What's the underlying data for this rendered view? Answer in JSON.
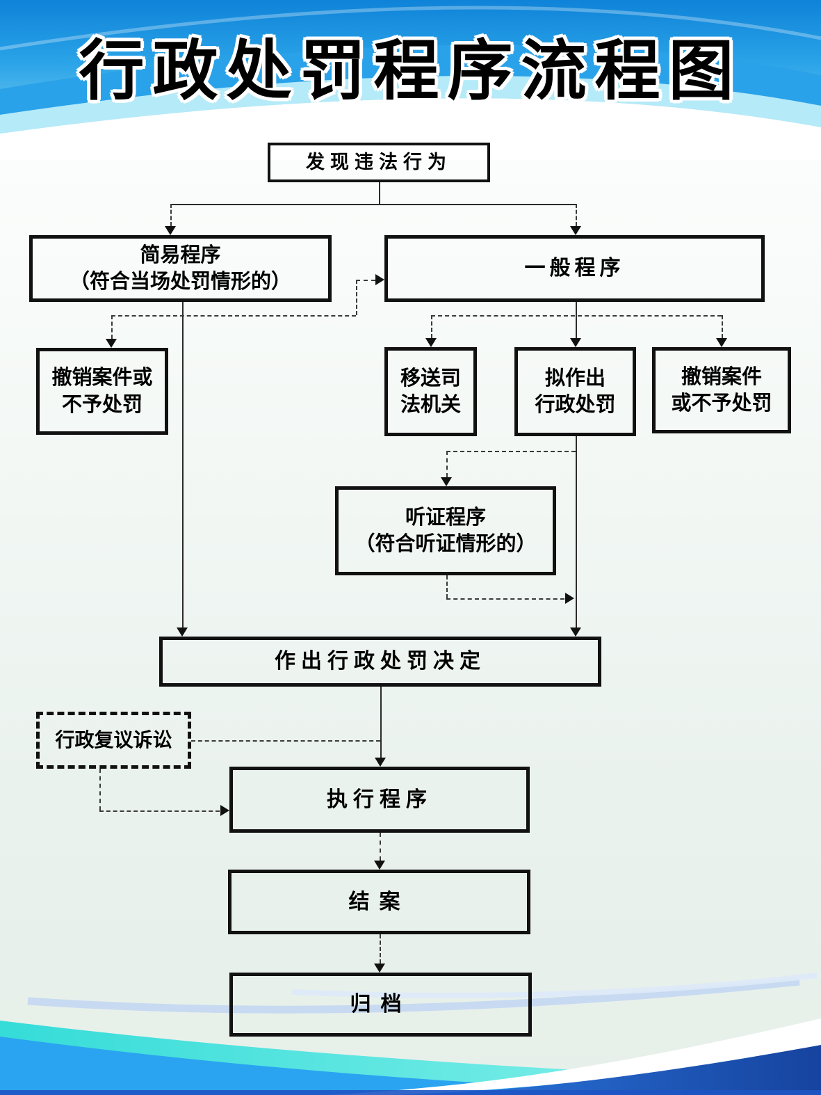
{
  "poster": {
    "title": "行政处罚程序流程图"
  },
  "nodes": {
    "discover": {
      "label": "发现违法行为"
    },
    "simple": {
      "line1": "简易程序",
      "line2": "（符合当场处罚情形的）"
    },
    "general": {
      "label": "一般程序"
    },
    "dismiss_simple": {
      "line1": "撤销案件或",
      "line2": "不予处罚"
    },
    "transfer": {
      "line1": "移送司",
      "line2": "法机关"
    },
    "propose": {
      "line1": "拟作出",
      "line2": "行政处罚"
    },
    "dismiss_general": {
      "line1": "撤销案件",
      "line2": "或不予处罚"
    },
    "hearing": {
      "line1": "听证程序",
      "line2": "（符合听证情形的）"
    },
    "decision": {
      "label": "作出行政处罚决定"
    },
    "review": {
      "label": "行政复议诉讼"
    },
    "execute": {
      "label": "执行程序"
    },
    "close_case": {
      "label": "结案"
    },
    "archive": {
      "label": "归档"
    }
  },
  "edges": [
    {
      "from": "发现违法行为",
      "to": "简易程序",
      "style": "dashed"
    },
    {
      "from": "发现违法行为",
      "to": "一般程序",
      "style": "dashed"
    },
    {
      "from": "简易程序",
      "to": "撤销案件或不予处罚",
      "style": "dashed"
    },
    {
      "from": "简易程序",
      "to": "一般程序",
      "style": "dashed"
    },
    {
      "from": "简易程序",
      "to": "作出行政处罚决定",
      "style": "solid"
    },
    {
      "from": "一般程序",
      "to": "移送司法机关",
      "style": "dashed"
    },
    {
      "from": "一般程序",
      "to": "拟作出行政处罚",
      "style": "solid"
    },
    {
      "from": "一般程序",
      "to": "撤销案件或不予处罚",
      "style": "dashed"
    },
    {
      "from": "拟作出行政处罚",
      "to": "听证程序",
      "style": "dashed"
    },
    {
      "from": "听证程序",
      "to": "作出行政处罚决定",
      "style": "dashed"
    },
    {
      "from": "拟作出行政处罚",
      "to": "作出行政处罚决定",
      "style": "solid"
    },
    {
      "from": "作出行政处罚决定",
      "to": "行政复议诉讼",
      "style": "dashed"
    },
    {
      "from": "作出行政处罚决定",
      "to": "执行程序",
      "style": "solid"
    },
    {
      "from": "行政复议诉讼",
      "to": "执行程序",
      "style": "dashed"
    },
    {
      "from": "执行程序",
      "to": "结案",
      "style": "dashed"
    },
    {
      "from": "结案",
      "to": "归档",
      "style": "dashed"
    }
  ],
  "colors": {
    "header_blue_top": "#0f83d8",
    "header_blue_light": "#a8e0f7",
    "band_blue": "#2aa2e9",
    "band_aqua": "#b5eaf8",
    "wave_cyan": "#3fe0da",
    "wave_dodger": "#2aa4f0",
    "wave_deep_left": "#2f80e8",
    "wave_deep_right": "#16439f",
    "box_border": "#111111",
    "line": "#2b2b2b"
  }
}
